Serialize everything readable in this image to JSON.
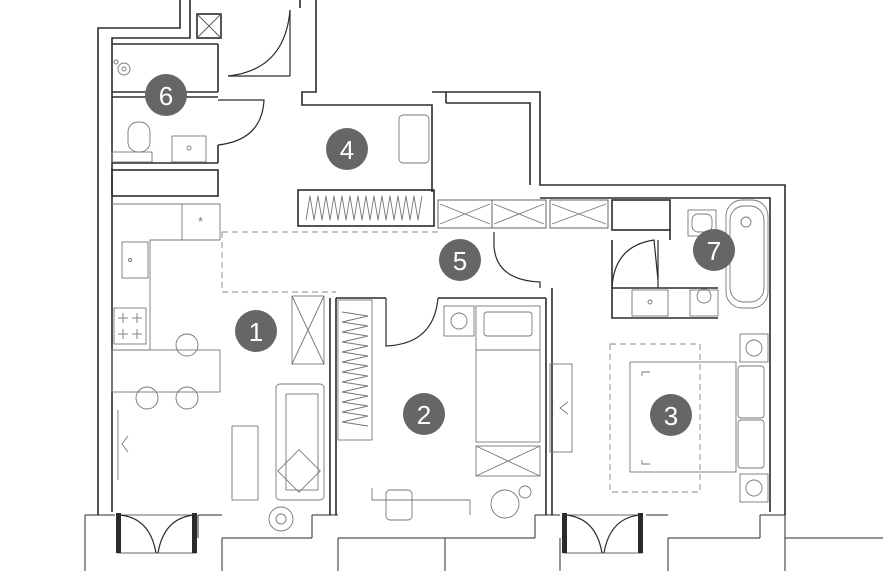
{
  "colors": {
    "badge": "#666666",
    "wall": "#2b2b2b",
    "background": "#ffffff"
  },
  "rooms": [
    {
      "id": "room-1",
      "label": "1"
    },
    {
      "id": "room-2",
      "label": "2"
    },
    {
      "id": "room-3",
      "label": "3"
    },
    {
      "id": "room-4",
      "label": "4"
    },
    {
      "id": "room-5",
      "label": "5"
    },
    {
      "id": "room-6",
      "label": "6"
    },
    {
      "id": "room-7",
      "label": "7"
    }
  ]
}
